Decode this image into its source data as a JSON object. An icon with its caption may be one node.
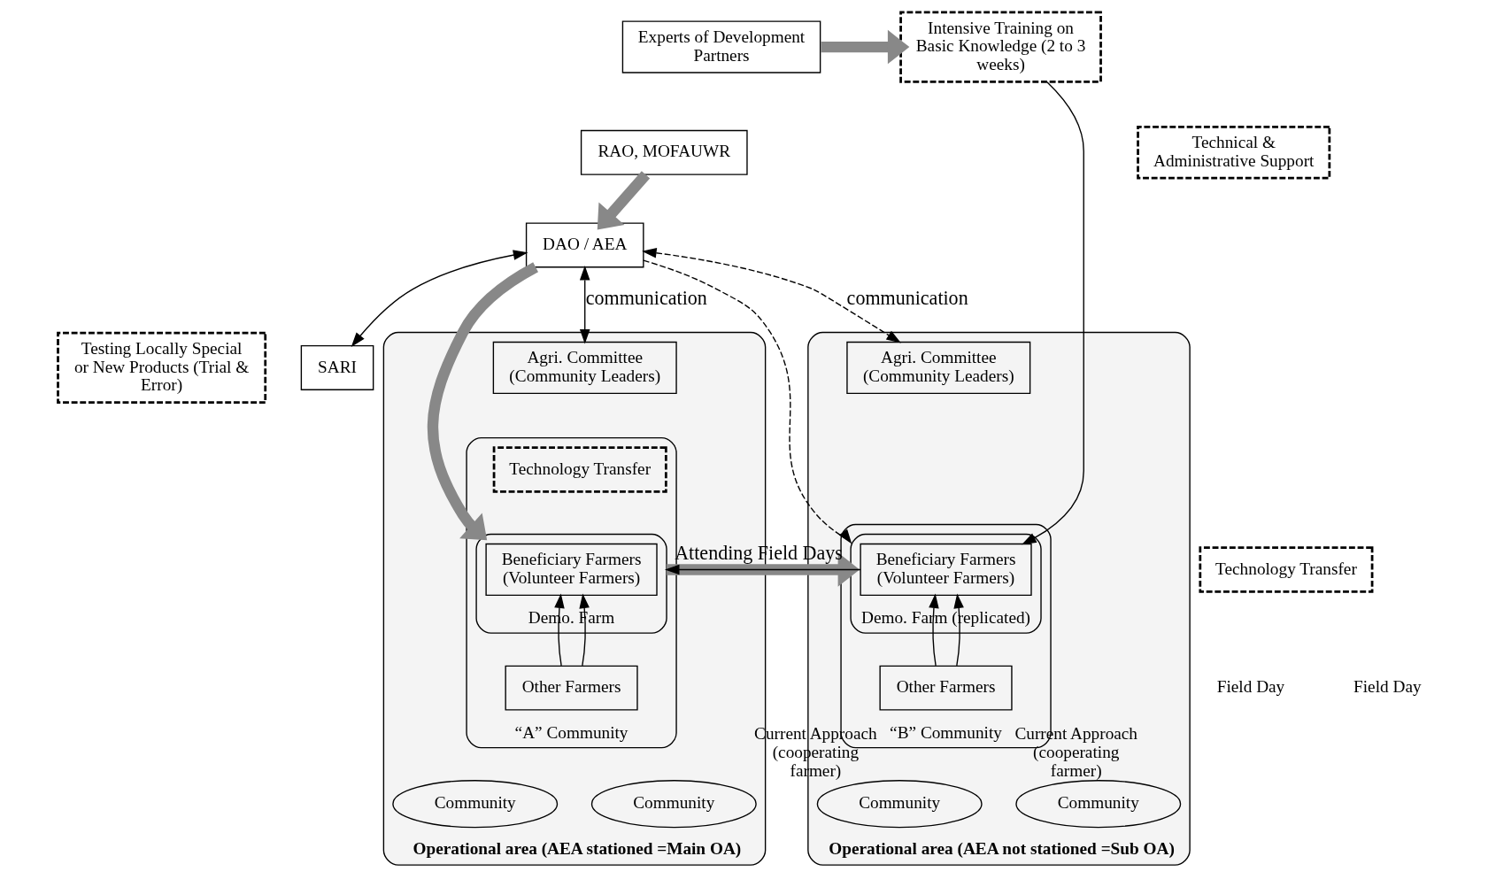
{
  "diagram": {
    "nodes": [
      {
        "text": [
          "Experts of Development Partners"
        ]
      },
      {
        "text": [
          "RAO, MOFAUWR"
        ]
      },
      {
        "text": [
          "Intensive Training on Basic Knowledge (2 to 3 weeks)"
        ]
      },
      {
        "text": [
          "Technical & Administrative Support"
        ]
      },
      {
        "text": [
          "Operational area (AEA stationed =Main OA)"
        ]
      },
      {
        "text": [
          "“A” Community"
        ],
        "in": 4
      },
      {
        "text": [
          "DAO / AEA"
        ]
      },
      {
        "text": [
          "Agri. Committee (Community Leaders)"
        ],
        "in": 4
      },
      {
        "text": [
          "Technology Transfer"
        ],
        "in": 5
      },
      {
        "text": [
          "Demo. Farm"
        ],
        "in": 5
      },
      {
        "text": [
          "Beneficiary Farmers (Volunteer Farmers)"
        ],
        "in": 9
      },
      {
        "text": [
          "Other Farmers"
        ],
        "in": 5
      },
      {
        "text": [
          "Community"
        ],
        "in": 4
      },
      {
        "text": [
          "Community"
        ],
        "in": 4,
        "beside": [
          "Current Approach (cooperating farmer)"
        ]
      },
      {
        "text": [
          "Testing Locally Special or New Products (Trial & Error)"
        ]
      },
      {
        "text": [
          "SARI"
        ]
      },
      {
        "text": [
          "Technology Transfer"
        ]
      },
      {
        "text": [
          "Operational area (AEA not stationed =Sub OA)"
        ]
      },
      {
        "text": [
          "“B” Community"
        ],
        "in": 17
      },
      {
        "text": [
          "Agri. Committee (Community Leaders)"
        ],
        "in": 17
      },
      {
        "text": [
          "Demo. Farm (replicated)"
        ],
        "in": 18
      },
      {
        "text": [
          "Beneficiary Farmers (Volunteer Farmers)"
        ],
        "in": 20
      },
      {
        "text": [
          "Other Farmers"
        ],
        "in": 18
      },
      {
        "text": [
          "Community"
        ],
        "in": 17
      },
      {
        "text": [
          "Community"
        ],
        "in": 17,
        "beside": [
          "Current Approach (cooperating farmer)"
        ]
      }
    ],
    "edges": [
      {
        "from": 0,
        "to": 2,
        "arrow": "to",
        "style": "thick",
        "color": "#888888"
      },
      {
        "from": 1,
        "to": 6,
        "arrow": "to",
        "style": "thick",
        "color": "#888888"
      },
      {
        "from": 6,
        "to": 9,
        "arrow": "to",
        "style": "thick",
        "color": "#888888"
      },
      {
        "from": 6,
        "to": 7,
        "arrow": "both",
        "label": "communication"
      },
      {
        "from": 6,
        "to": 19,
        "arrow": "both",
        "style": "dashed",
        "label": "communication"
      },
      {
        "from": 6,
        "to": 20,
        "arrow": "to",
        "style": "dashed"
      },
      {
        "from": 6,
        "to": 15,
        "arrow": "both"
      },
      {
        "from": 2,
        "to": 21,
        "arrow": "to"
      },
      {
        "from": 11,
        "to": 10,
        "arrow": "to"
      },
      {
        "from": 11,
        "to": 10,
        "arrow": "to"
      },
      {
        "from": 9,
        "to": 20,
        "arrow": "to",
        "style": "thick",
        "color": "#888888"
      },
      {
        "from": 21,
        "to": 9,
        "arrow": "to",
        "label": "Attending Field Days"
      },
      {
        "from": 22,
        "to": 21,
        "arrow": "to"
      },
      {
        "from": 22,
        "to": 21,
        "arrow": "to"
      }
    ],
    "labels": [
      "Field Day",
      "Field Day"
    ]
  }
}
